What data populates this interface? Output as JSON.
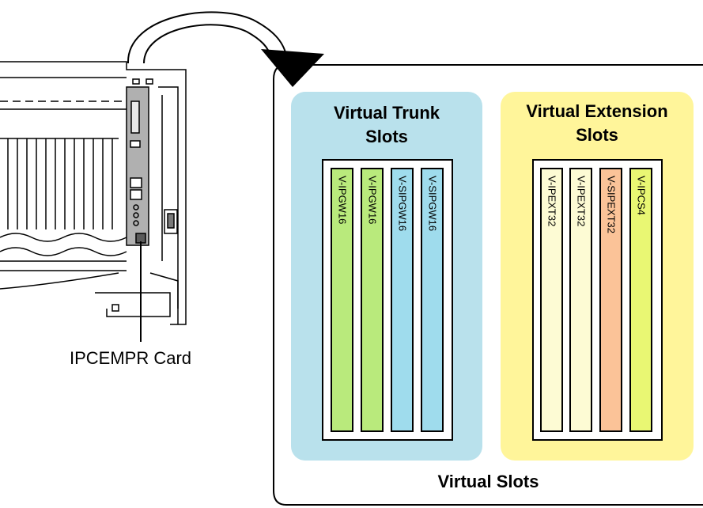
{
  "colors": {
    "trunk_panel": "#b9e1ec",
    "extension_panel": "#fff59a",
    "green_slot": "#b9ea7c",
    "blue_slot": "#9fdced",
    "cream_slot": "#fdfbd4",
    "peach_slot": "#fbc398",
    "lime_slot": "#e9f773"
  },
  "card": {
    "label": "IPCEMPR Card"
  },
  "virtual_slots": {
    "title": "Virtual Slots",
    "trunk": {
      "title_line1": "Virtual Trunk",
      "title_line2": "Slots",
      "slots": [
        {
          "label": "V-IPGW16",
          "color": "#b9ea7c"
        },
        {
          "label": "V-IPGW16",
          "color": "#b9ea7c"
        },
        {
          "label": "V-SIPGW16",
          "color": "#9fdced"
        },
        {
          "label": "V-SIPGW16",
          "color": "#9fdced"
        }
      ]
    },
    "extension": {
      "title_line1": "Virtual Extension",
      "title_line2": "Slots",
      "slots": [
        {
          "label": "V-IPEXT32",
          "color": "#fdfbd4"
        },
        {
          "label": "V-IPEXT32",
          "color": "#fdfbd4"
        },
        {
          "label": "V-SIPEXT32",
          "color": "#fbc398"
        },
        {
          "label": "V-IPCS4",
          "color": "#e9f773"
        }
      ]
    }
  }
}
